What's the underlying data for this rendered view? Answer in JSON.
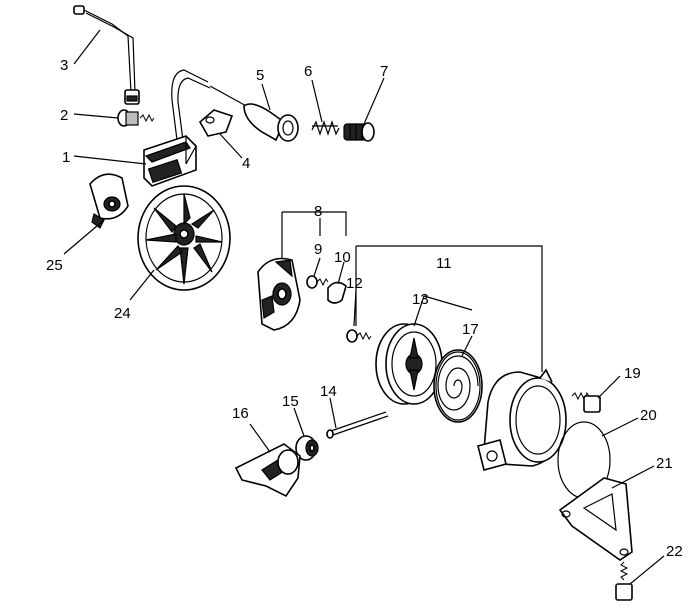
{
  "callouts": [
    {
      "id": "p1",
      "label": "1"
    },
    {
      "id": "p2",
      "label": "2"
    },
    {
      "id": "p3",
      "label": "3"
    },
    {
      "id": "p4",
      "label": "4"
    },
    {
      "id": "p5",
      "label": "5"
    },
    {
      "id": "p6",
      "label": "6"
    },
    {
      "id": "p7",
      "label": "7"
    },
    {
      "id": "p8",
      "label": "8"
    },
    {
      "id": "p9",
      "label": "9"
    },
    {
      "id": "p10",
      "label": "10"
    },
    {
      "id": "p11",
      "label": "11"
    },
    {
      "id": "p12",
      "label": "12"
    },
    {
      "id": "p13",
      "label": "13"
    },
    {
      "id": "p14",
      "label": "14"
    },
    {
      "id": "p15",
      "label": "15"
    },
    {
      "id": "p16",
      "label": "16"
    },
    {
      "id": "p17",
      "label": "17"
    },
    {
      "id": "p19",
      "label": "19"
    },
    {
      "id": "p20",
      "label": "20"
    },
    {
      "id": "p21",
      "label": "21"
    },
    {
      "id": "p22",
      "label": "22"
    },
    {
      "id": "p24",
      "label": "24"
    },
    {
      "id": "p25",
      "label": "25"
    }
  ]
}
